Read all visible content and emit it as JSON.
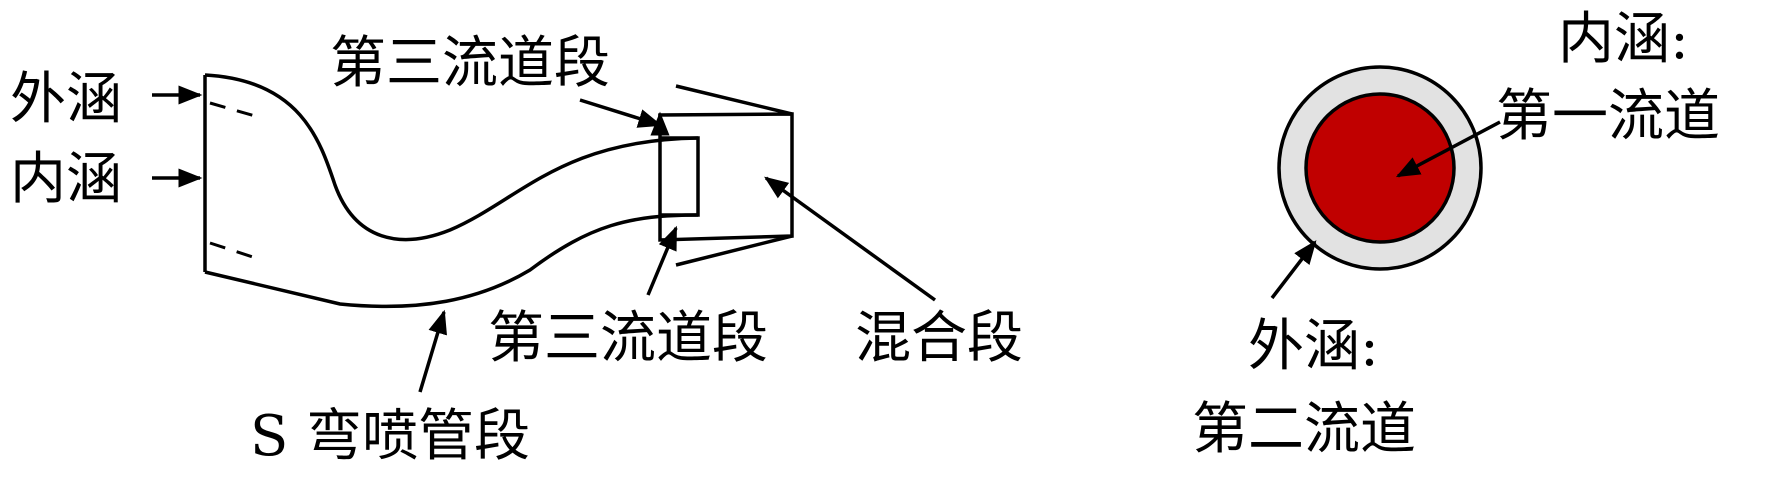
{
  "labels": {
    "outer_bypass": "外涵",
    "inner_bypass": "内涵",
    "third_channel_top": "第三流道段",
    "third_channel_bottom": "第三流道段",
    "mixing_section": "混合段",
    "s_nozzle": "S 弯喷管段",
    "inner_title": "内涵:",
    "inner_channel": "第一流道",
    "outer_title": "外涵:",
    "outer_channel": "第二流道"
  },
  "colors": {
    "core": "#c00000",
    "ring": "#e2e2e2",
    "stroke": "#000000"
  }
}
